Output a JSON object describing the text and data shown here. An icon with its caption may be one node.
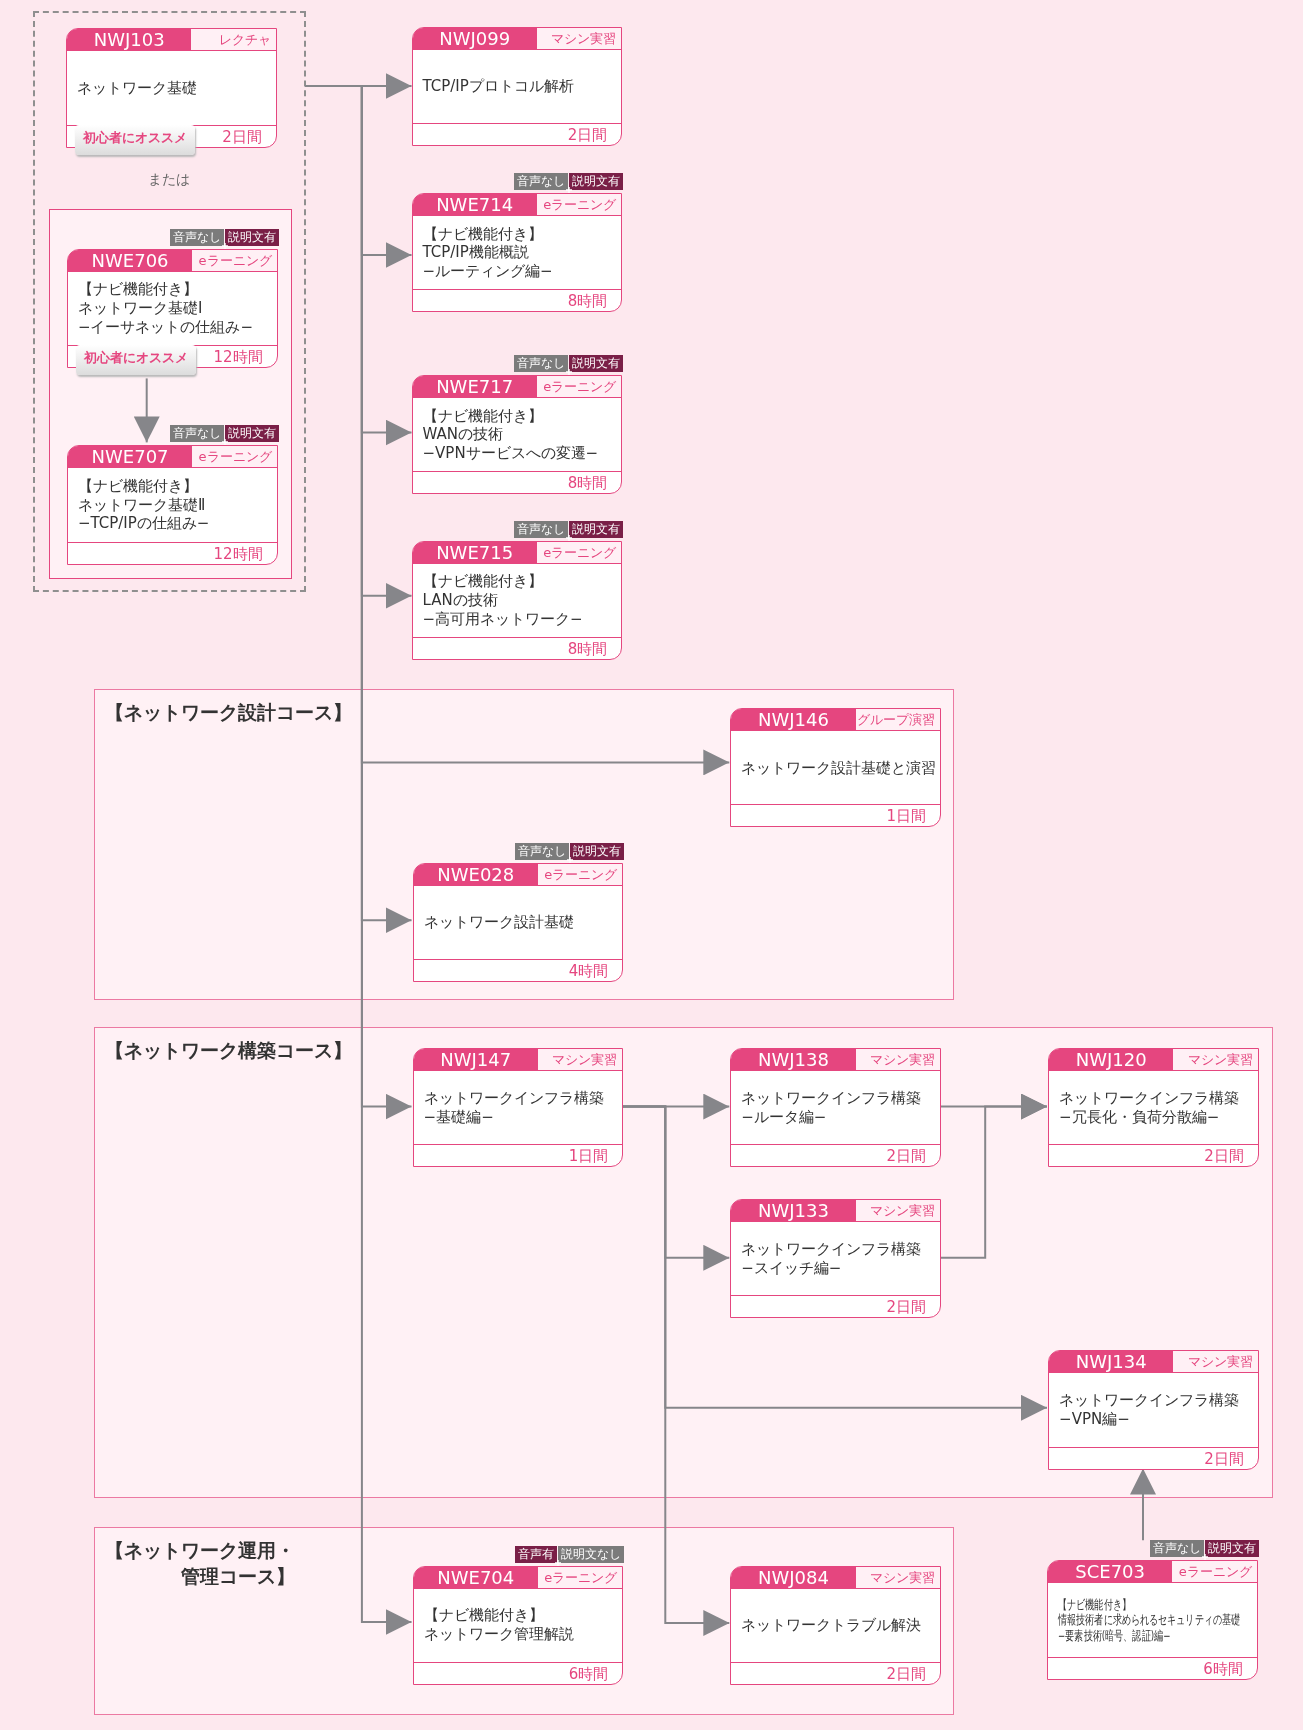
{
  "diagram": {
    "nodes": [
      {
        "text": [],
        "shape": "box"
      },
      {
        "text": [
          "NWJ103",
          "レクチャ",
          "ネットワーク基礎",
          "初心者にオススメ",
          "2日間"
        ],
        "in": 0
      },
      {
        "text": [],
        "shape": "box",
        "in": 0
      },
      {
        "text": [
          "NWE706",
          "eラーニング",
          "【ナビ機能付き】ネットワーク基礎Ⅰ −イーサネットの仕組み−",
          "初心者にオススメ",
          "12時間"
        ],
        "beside": [
          "音声なし",
          "説明文有"
        ],
        "in": 2
      },
      {
        "text": [
          "NWE707",
          "eラーニング",
          "【ナビ機能付き】ネットワーク基礎Ⅱ −TCP/IPの仕組み−",
          "12時間"
        ],
        "beside": [
          "音声なし",
          "説明文有"
        ],
        "in": 2
      },
      {
        "text": [
          "NWJ099",
          "マシン実習",
          "TCP/IPプロトコル解析",
          "2日間"
        ]
      },
      {
        "text": [
          "NWE714",
          "eラーニング",
          "【ナビ機能付き】 TCP/IP機能概説 −ルーティング編−",
          "8時間"
        ],
        "beside": [
          "音声なし",
          "説明文有"
        ]
      },
      {
        "text": [
          "NWE717",
          "eラーニング",
          "【ナビ機能付き】 WANの技術 −VPNサービスへの変遷−",
          "8時間"
        ],
        "beside": [
          "音声なし",
          "説明文有"
        ]
      },
      {
        "text": [
          "NWE715",
          "eラーニング",
          "【ナビ機能付き】 LANの技術 −高可用ネットワーク−",
          "8時間"
        ],
        "beside": [
          "音声なし",
          "説明文有"
        ]
      },
      {
        "text": [
          "【ネットワーク設計コース】"
        ]
      },
      {
        "text": [
          "NWJ146",
          "グループ演習",
          "ネットワーク設計基礎と演習",
          "1日間"
        ],
        "in": 9
      },
      {
        "text": [
          "NWE028",
          "eラーニング",
          "ネットワーク設計基礎",
          "4時間"
        ],
        "beside": [
          "音声なし",
          "説明文有"
        ],
        "in": 9
      },
      {
        "text": [
          "【ネットワーク構築コース】"
        ]
      },
      {
        "text": [
          "NWJ147",
          "マシン実習",
          "ネットワークインフラ構築 −基礎編−",
          "1日間"
        ],
        "in": 12
      },
      {
        "text": [
          "NWJ138",
          "マシン実習",
          "ネットワークインフラ構築 −ルータ編−",
          "2日間"
        ],
        "in": 12
      },
      {
        "text": [
          "NWJ120",
          "マシン実習",
          "ネットワークインフラ構築 −冗長化・負荷分散編−",
          "2日間"
        ],
        "in": 12
      },
      {
        "text": [
          "NWJ133",
          "マシン実習",
          "ネットワークインフラ構築 −スイッチ編−",
          "2日間"
        ],
        "in": 12
      },
      {
        "text": [
          "NWJ134",
          "マシン実習",
          "ネットワークインフラ構築 −VPN編−",
          "2日間"
        ],
        "in": 12
      },
      {
        "text": [
          "【ネットワーク運用・管理コース】"
        ]
      },
      {
        "text": [
          "NWE704",
          "eラーニング",
          "【ナビ機能付き】ネットワーク管理解説",
          "6時間"
        ],
        "beside": [
          "音声有",
          "説明文なし"
        ],
        "in": 18
      },
      {
        "text": [
          "NWJ084",
          "マシン実習",
          "ネットワークトラブル解決",
          "2日間"
        ],
        "in": 18
      },
      {
        "text": [
          "SCE703",
          "eラーニング",
          "【ナビ機能付き】情報技術者に求められるセキュリティの基礎 −要素技術(暗号、認証)編−",
          "6時間"
        ],
        "beside": [
          "音声なし",
          "説明文有"
        ]
      }
    ],
    "edges": [
      {
        "from": 0,
        "to": 5,
        "arrow": "to"
      },
      {
        "from": 0,
        "to": 6,
        "arrow": "to"
      },
      {
        "from": 0,
        "to": 7,
        "arrow": "to"
      },
      {
        "from": 0,
        "to": 8,
        "arrow": "to"
      },
      {
        "from": 0,
        "to": 10,
        "arrow": "to"
      },
      {
        "from": 0,
        "to": 11,
        "arrow": "to"
      },
      {
        "from": 0,
        "to": 13,
        "arrow": "to"
      },
      {
        "from": 0,
        "to": 19,
        "arrow": "to"
      },
      {
        "from": 3,
        "to": 4,
        "arrow": "to"
      },
      {
        "from": 13,
        "to": 14,
        "arrow": "to"
      },
      {
        "from": 13,
        "to": 16,
        "arrow": "to"
      },
      {
        "from": 13,
        "to": 17,
        "arrow": "to"
      },
      {
        "from": 13,
        "to": 20,
        "arrow": "to"
      },
      {
        "from": 14,
        "to": 15,
        "arrow": "to"
      },
      {
        "from": 16,
        "to": 15,
        "arrow": "to"
      },
      {
        "from": 21,
        "to": 17,
        "arrow": "to"
      }
    ],
    "labels": [
      "または"
    ]
  }
}
